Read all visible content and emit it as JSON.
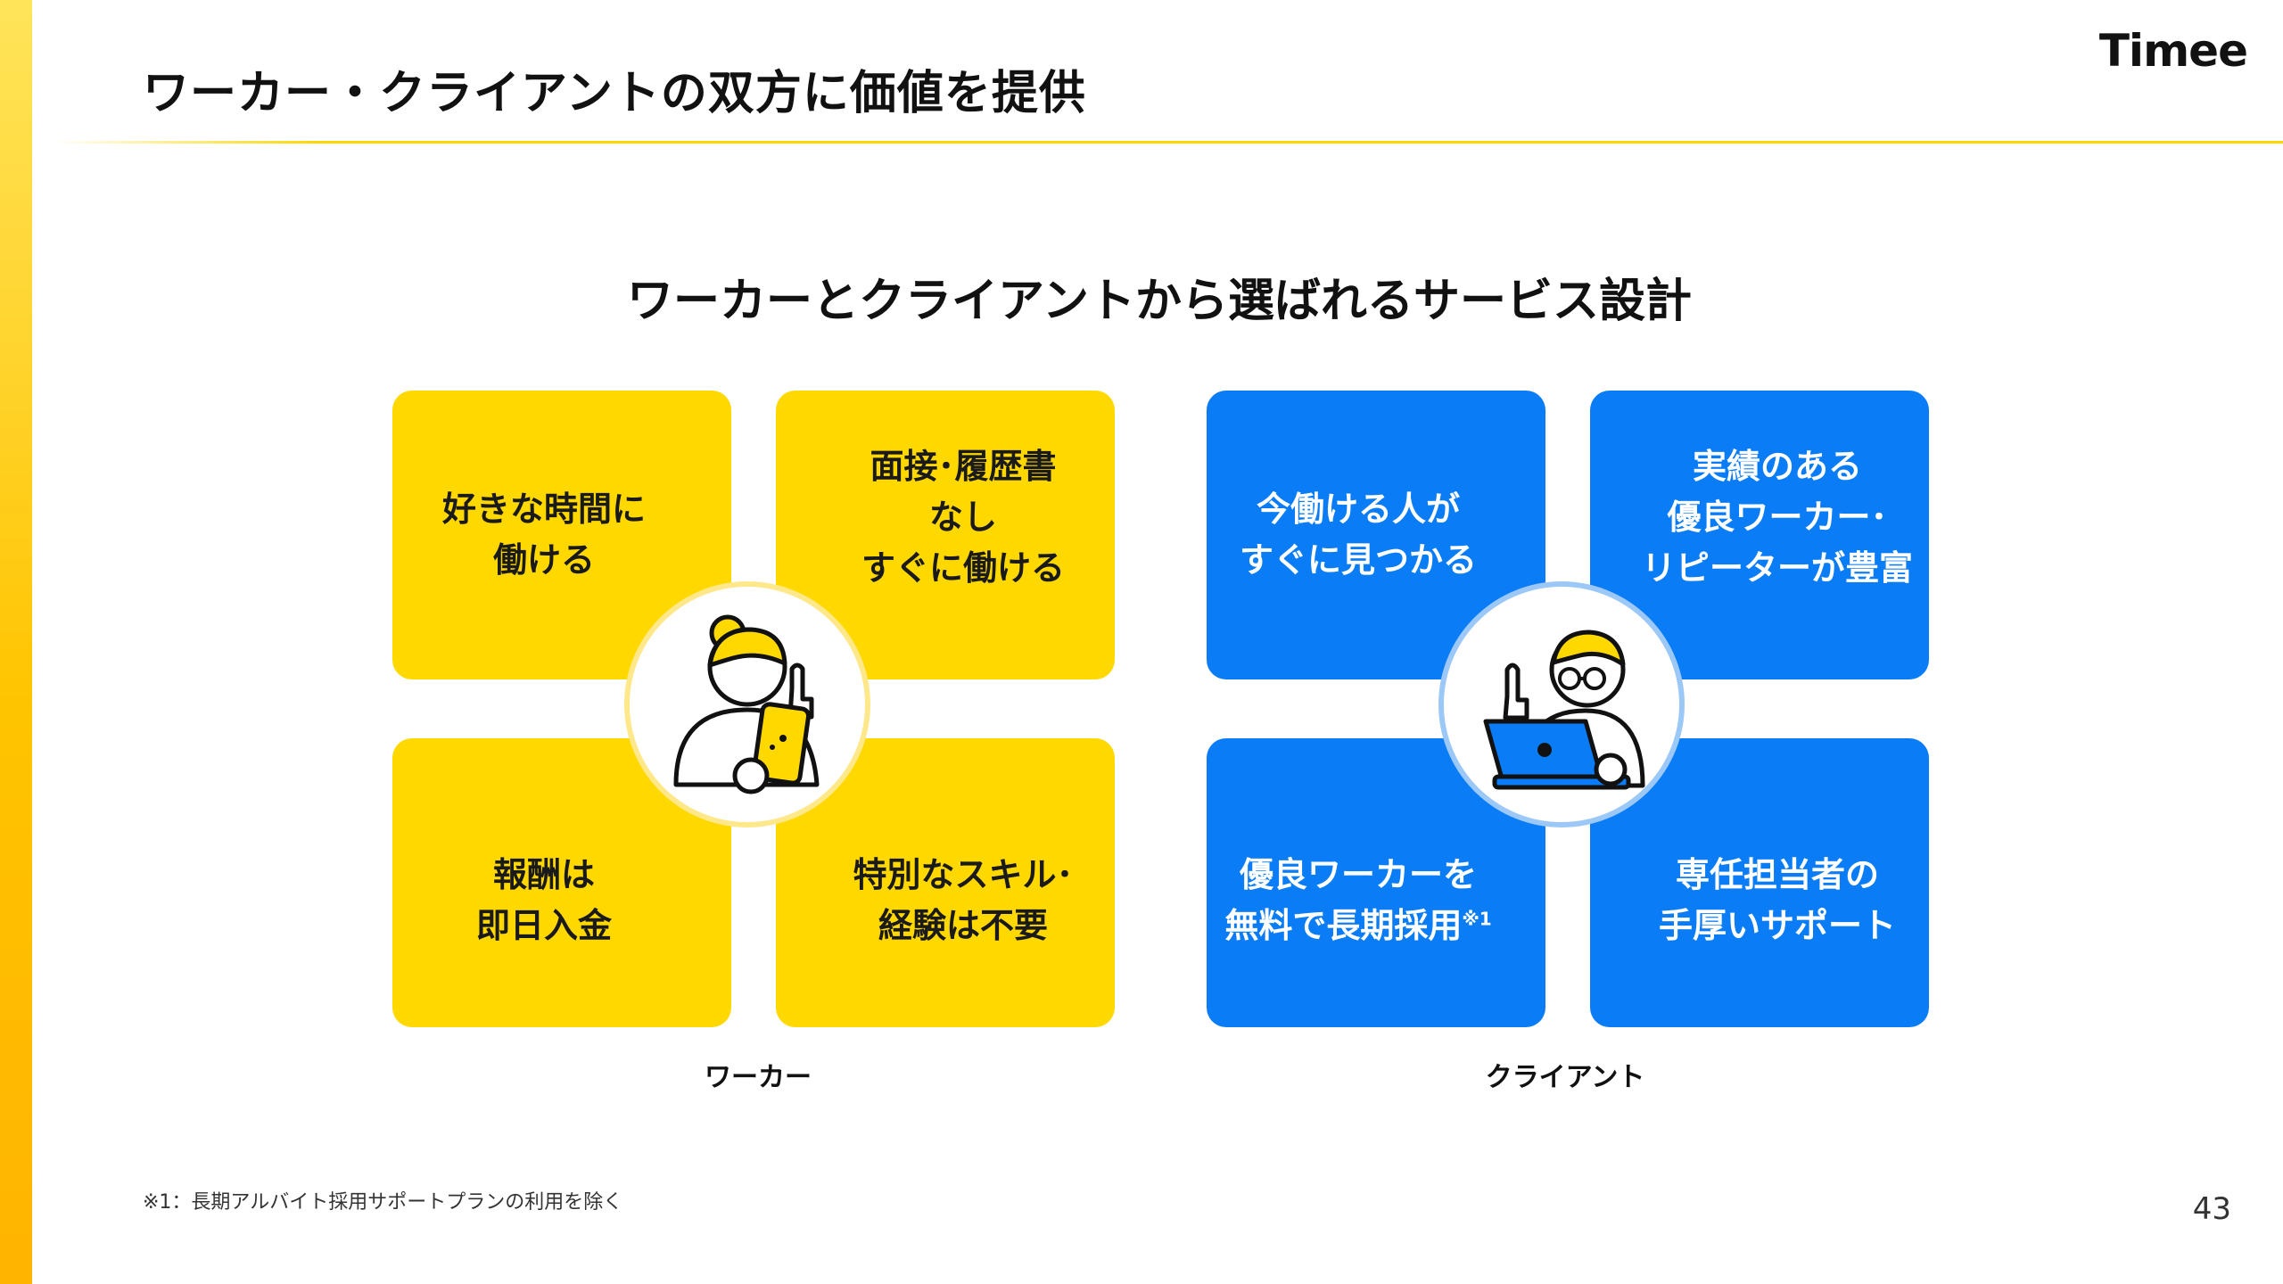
{
  "header": {
    "title": "ワーカー・クライアントの双方に価値を提供",
    "logo": "Timee"
  },
  "section_heading": "ワーカーとクライアントから選ばれるサービス設計",
  "worker": {
    "label": "ワーカー",
    "tiles": [
      {
        "lines": [
          "好きな時間に",
          "働ける"
        ]
      },
      {
        "lines": [
          "面接･履歴書",
          "なし",
          "すぐに働ける"
        ]
      },
      {
        "lines": [
          "報酬は",
          "即日入金"
        ]
      },
      {
        "lines": [
          "特別なスキル･",
          "経験は不要"
        ]
      }
    ]
  },
  "client": {
    "label": "クライアント",
    "tiles": [
      {
        "lines": [
          "今働ける人が",
          "すぐに見つかる"
        ]
      },
      {
        "lines": [
          "実績のある",
          "優良ワーカー･",
          "リピーターが豊富"
        ]
      },
      {
        "lines": [
          "優良ワーカーを",
          "無料で長期採用"
        ],
        "note_mark": "※1"
      },
      {
        "lines": [
          "専任担当者の",
          "手厚いサポート"
        ]
      }
    ]
  },
  "footnote": "※1：長期アルバイト採用サポートプランの利用を除く",
  "page_number": "43",
  "colors": {
    "brand_yellow": "#FFD800",
    "client_blue": "#0A7CF5",
    "text": "#111111"
  },
  "icons": {
    "worker_illustration": "person-with-phone-icon",
    "client_illustration": "person-with-laptop-icon"
  }
}
